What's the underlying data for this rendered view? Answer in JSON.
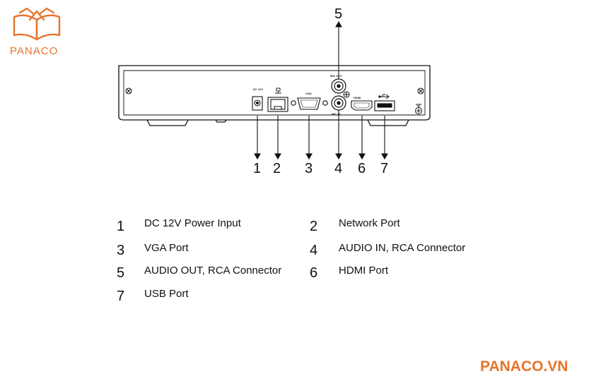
{
  "branding": {
    "logo_text": "PANACO",
    "footer_text": "PANACO.VN",
    "accent_color": "#e8742a"
  },
  "device": {
    "port_labels": {
      "mic_out": "MIC OUT",
      "mic_in": "MIC IN",
      "vga": "VGA",
      "hdmi": "HDMI",
      "dc": "DC 12V"
    },
    "icons": [
      "network-port-icon",
      "usb-icon",
      "ground-icon",
      "screw-icon"
    ]
  },
  "callouts": [
    "1",
    "2",
    "3",
    "4",
    "6",
    "7",
    "5"
  ],
  "legend": [
    {
      "num": "1",
      "label": "DC 12V Power Input"
    },
    {
      "num": "2",
      "label": "Network Port"
    },
    {
      "num": "3",
      "label": "VGA Port"
    },
    {
      "num": "4",
      "label": "AUDIO IN, RCA Connector"
    },
    {
      "num": "5",
      "label": "AUDIO OUT, RCA Connector"
    },
    {
      "num": "6",
      "label": "HDMI Port"
    },
    {
      "num": "7",
      "label": "USB Port"
    }
  ]
}
